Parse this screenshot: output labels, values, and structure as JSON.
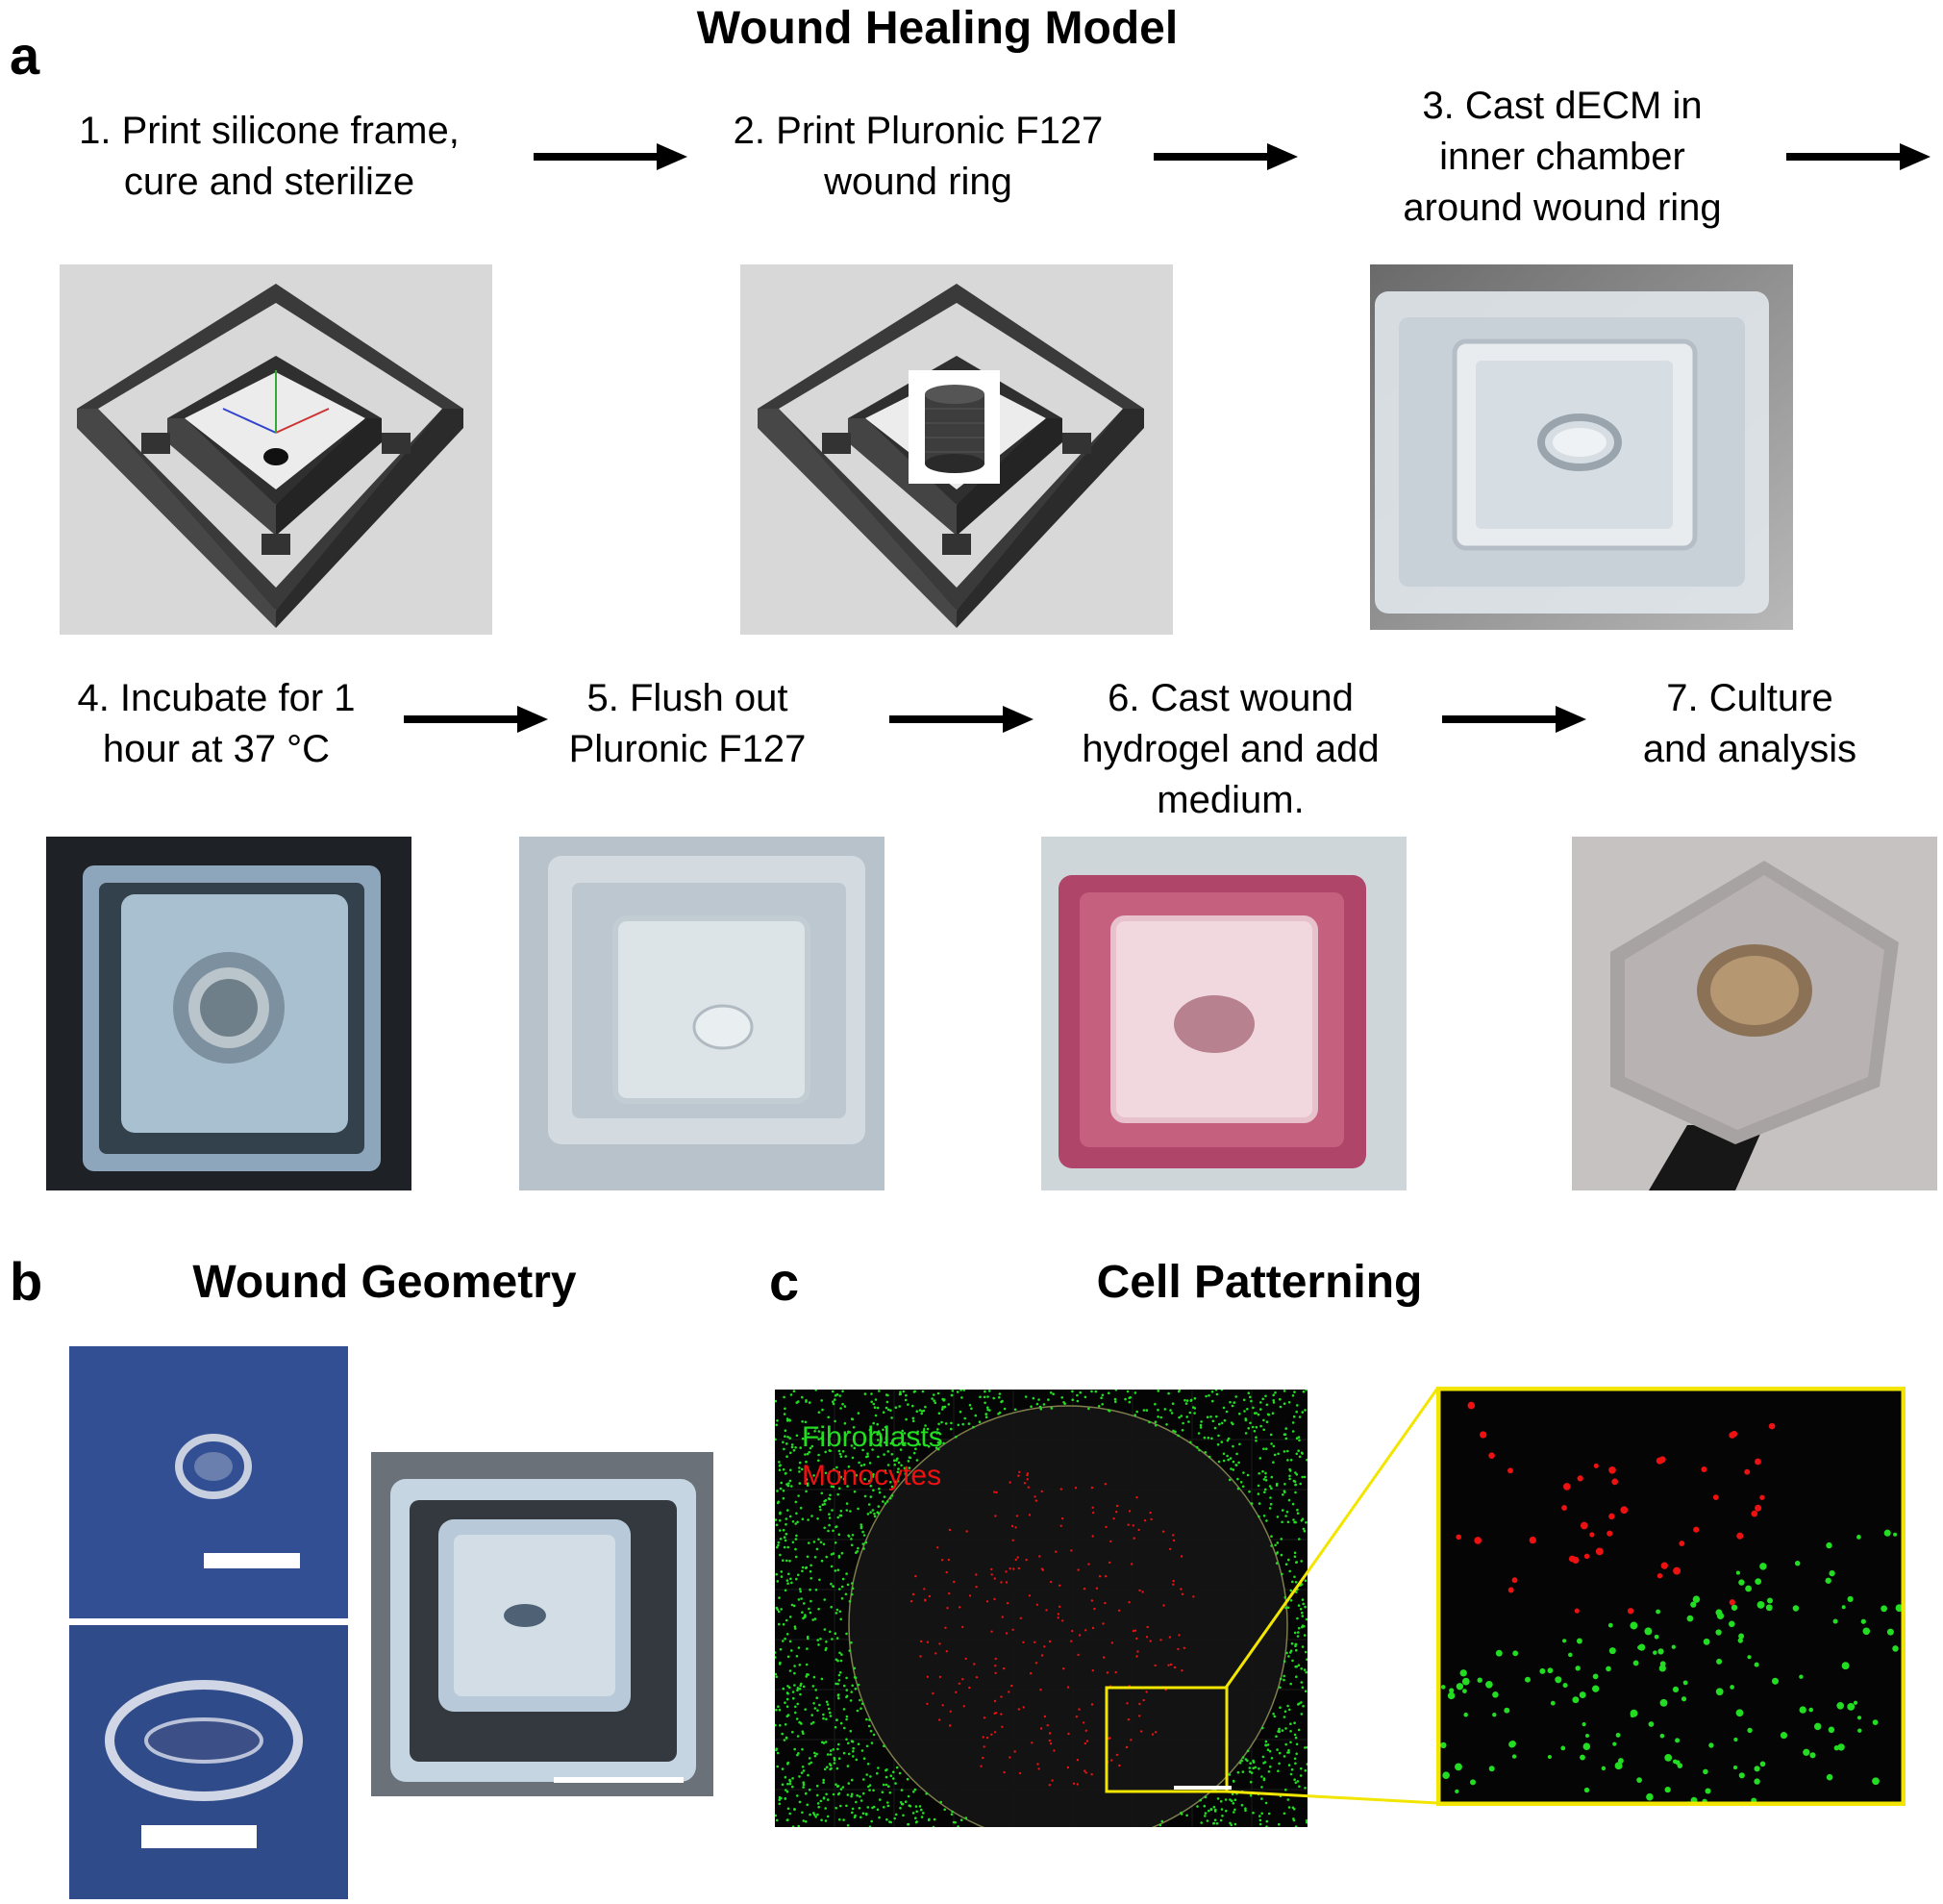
{
  "panel_a": {
    "letter": "a",
    "title": "Wound Healing Model",
    "steps": [
      {
        "text": "1. Print silicone frame,\ncure and sterilize",
        "image": "cad-render-silicone-frame"
      },
      {
        "text": "2. Print Pluronic F127\nwound ring",
        "image": "cad-render-pluronic-ring"
      },
      {
        "text": "3. Cast dECM in\ninner chamber\naround wound ring",
        "image": "photo-cast-decm"
      },
      {
        "text": "4. Incubate for 1\nhour at 37 °C",
        "image": "photo-incubate"
      },
      {
        "text": "5. Flush out\nPluronic F127",
        "image": "photo-flush"
      },
      {
        "text": "6. Cast wound\nhydrogel and add\nmedium.",
        "image": "photo-medium-pink"
      },
      {
        "text": "7. Culture\nand analysis",
        "image": "photo-culture-tissue"
      }
    ]
  },
  "panel_b": {
    "letter": "b",
    "title": "Wound Geometry",
    "images": [
      "photo-circular-wound",
      "photo-elliptical-wound",
      "photo-device-top-view"
    ]
  },
  "panel_c": {
    "letter": "c",
    "title": "Cell Patterning",
    "legend": {
      "fibroblasts": "Fibroblasts",
      "monocytes": "Monocytes"
    },
    "colors": {
      "fibroblasts": "#22dd22",
      "monocytes": "#ee1111",
      "zoom_box": "#f2e600"
    }
  }
}
